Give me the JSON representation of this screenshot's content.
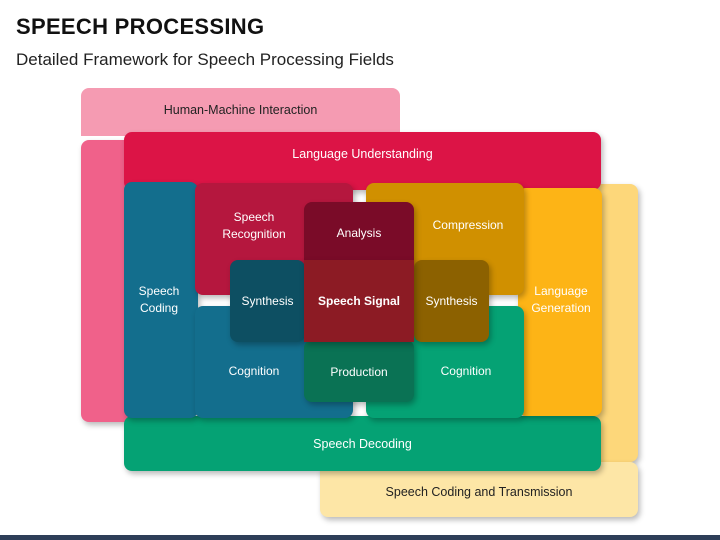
{
  "header": {
    "title": "SPEECH PROCESSING",
    "subtitle": "Detailed Framework for Speech Processing Fields"
  },
  "diagram": {
    "human_machine_interaction": "Human-Machine Interaction",
    "language_understanding": "Language Understanding",
    "speech_coding_transmission": "Speech Coding and Transmission",
    "language_generation": "Language Generation",
    "speech_coding": "Speech Coding",
    "speech_decoding": "Speech Decoding",
    "speech_recognition": "Speech Recognition",
    "compression": "Compression",
    "analysis": "Analysis",
    "synthesis_left": "Synthesis",
    "speech_signal": "Speech Signal",
    "synthesis_right": "Synthesis",
    "cognition_left": "Cognition",
    "production": "Production",
    "cognition_right": "Cognition"
  },
  "colors": {
    "pink_light": "#f59bb2",
    "pink": "#f0618a",
    "crimson": "#dc1446",
    "yellow_light": "#fdd77a",
    "yellow_lighter": "#fde6a6",
    "yellow": "#fdb416",
    "teal_blue": "#136e8d",
    "green": "#05a274",
    "maroon": "#b5173e",
    "dark_maroon": "#7a0b28",
    "gold": "#d09000",
    "dark_gold": "#8c6100",
    "dark_teal": "#0d4f62",
    "dark_green": "#0a7254",
    "center_red": "#8c1b24",
    "slate_bar": "#2e3e58"
  }
}
